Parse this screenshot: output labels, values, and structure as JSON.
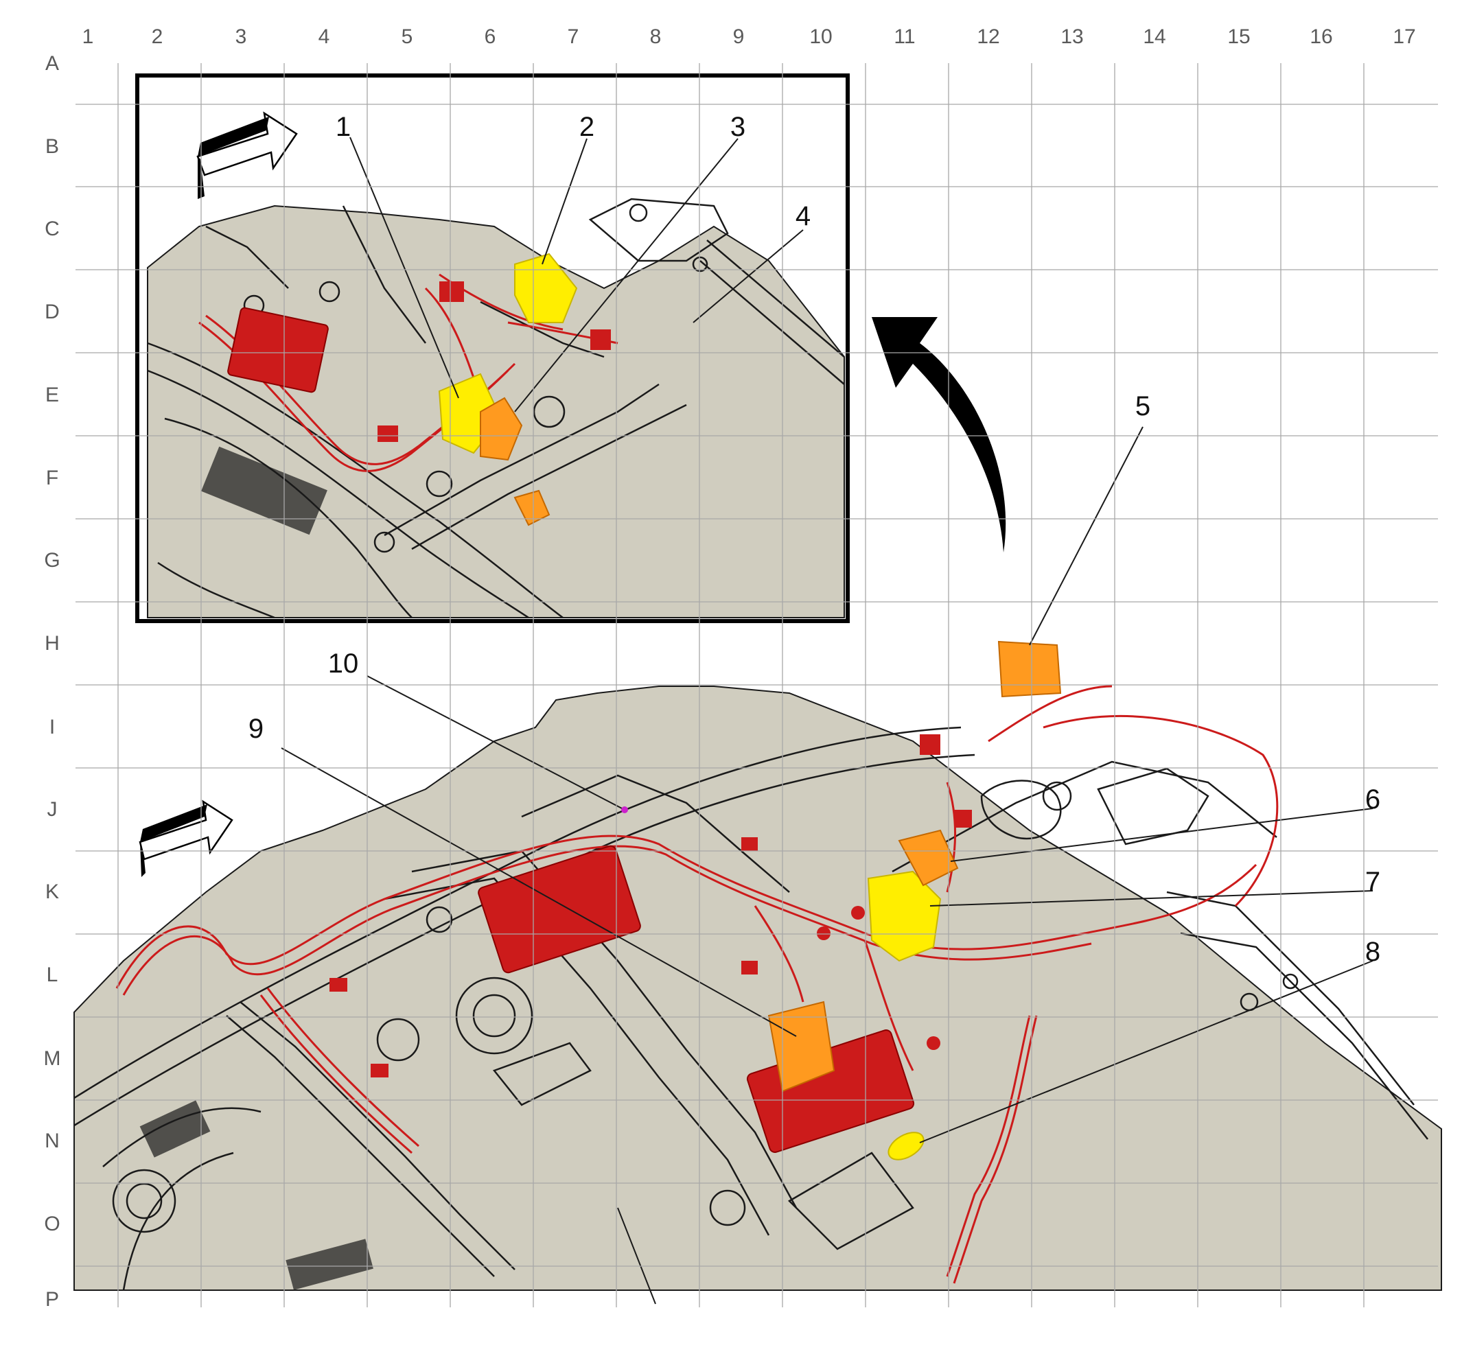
{
  "grid": {
    "columns": [
      "1",
      "2",
      "3",
      "4",
      "5",
      "6",
      "7",
      "8",
      "9",
      "10",
      "11",
      "12",
      "13",
      "14",
      "15",
      "16",
      "17"
    ],
    "rows": [
      "A",
      "B",
      "C",
      "D",
      "E",
      "F",
      "G",
      "H",
      "I",
      "J",
      "K",
      "L",
      "M",
      "N",
      "O",
      "P"
    ]
  },
  "callouts": {
    "inset": [
      "1",
      "2",
      "3",
      "4"
    ],
    "main": [
      "5",
      "6",
      "7",
      "8",
      "9",
      "10"
    ]
  },
  "colors": {
    "background": "#ffffff",
    "body_fill": "#d0cdbf",
    "linework": "#1a1a1a",
    "grid_line": "#a8a8a8",
    "harness": "#cc1b1b",
    "connector_yellow": "#ffee00",
    "connector_orange": "#ff9a1f"
  },
  "icons": [
    "direction-arrow-icon",
    "rotate-arrow-icon"
  ]
}
